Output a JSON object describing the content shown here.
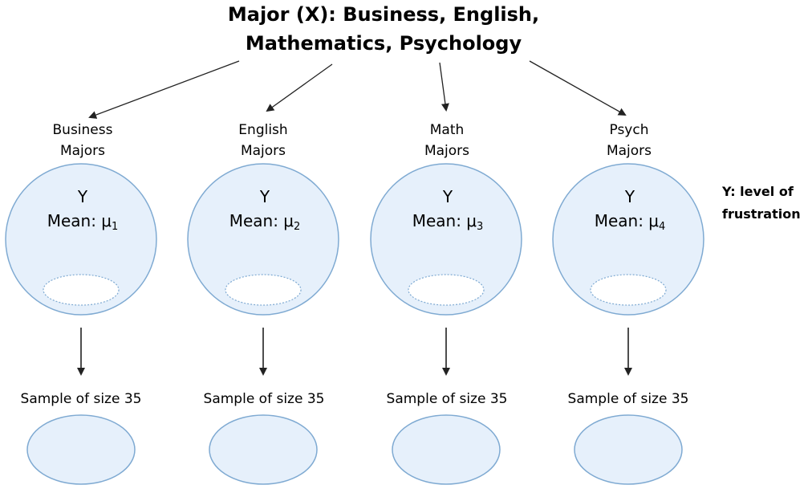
{
  "title": {
    "line1": "Major (X): Business, English,",
    "line2": "Mathematics, Psychology"
  },
  "y_note": {
    "line1": "Y: level of",
    "line2": "frustration"
  },
  "groups": [
    {
      "label_line1": "Business",
      "label_line2": "Majors",
      "var": "Y",
      "mean_prefix": "Mean: μ",
      "mean_subscript": "1",
      "sample_label": "Sample of size 35"
    },
    {
      "label_line1": "English",
      "label_line2": "Majors",
      "var": "Y",
      "mean_prefix": "Mean: μ",
      "mean_subscript": "2",
      "sample_label": "Sample of size 35"
    },
    {
      "label_line1": "Math",
      "label_line2": "Majors",
      "var": "Y",
      "mean_prefix": "Mean: μ",
      "mean_subscript": "3",
      "sample_label": "Sample of size 35"
    },
    {
      "label_line1": "Psych",
      "label_line2": "Majors",
      "var": "Y",
      "mean_prefix": "Mean: μ",
      "mean_subscript": "4",
      "sample_label": "Sample of size 35"
    }
  ],
  "colors": {
    "population_fill": "#e6f0fb",
    "population_stroke": "#7faad2",
    "sample_fill": "#e6f0fb",
    "inner_stroke": "#7faad2",
    "line": "#222222"
  }
}
